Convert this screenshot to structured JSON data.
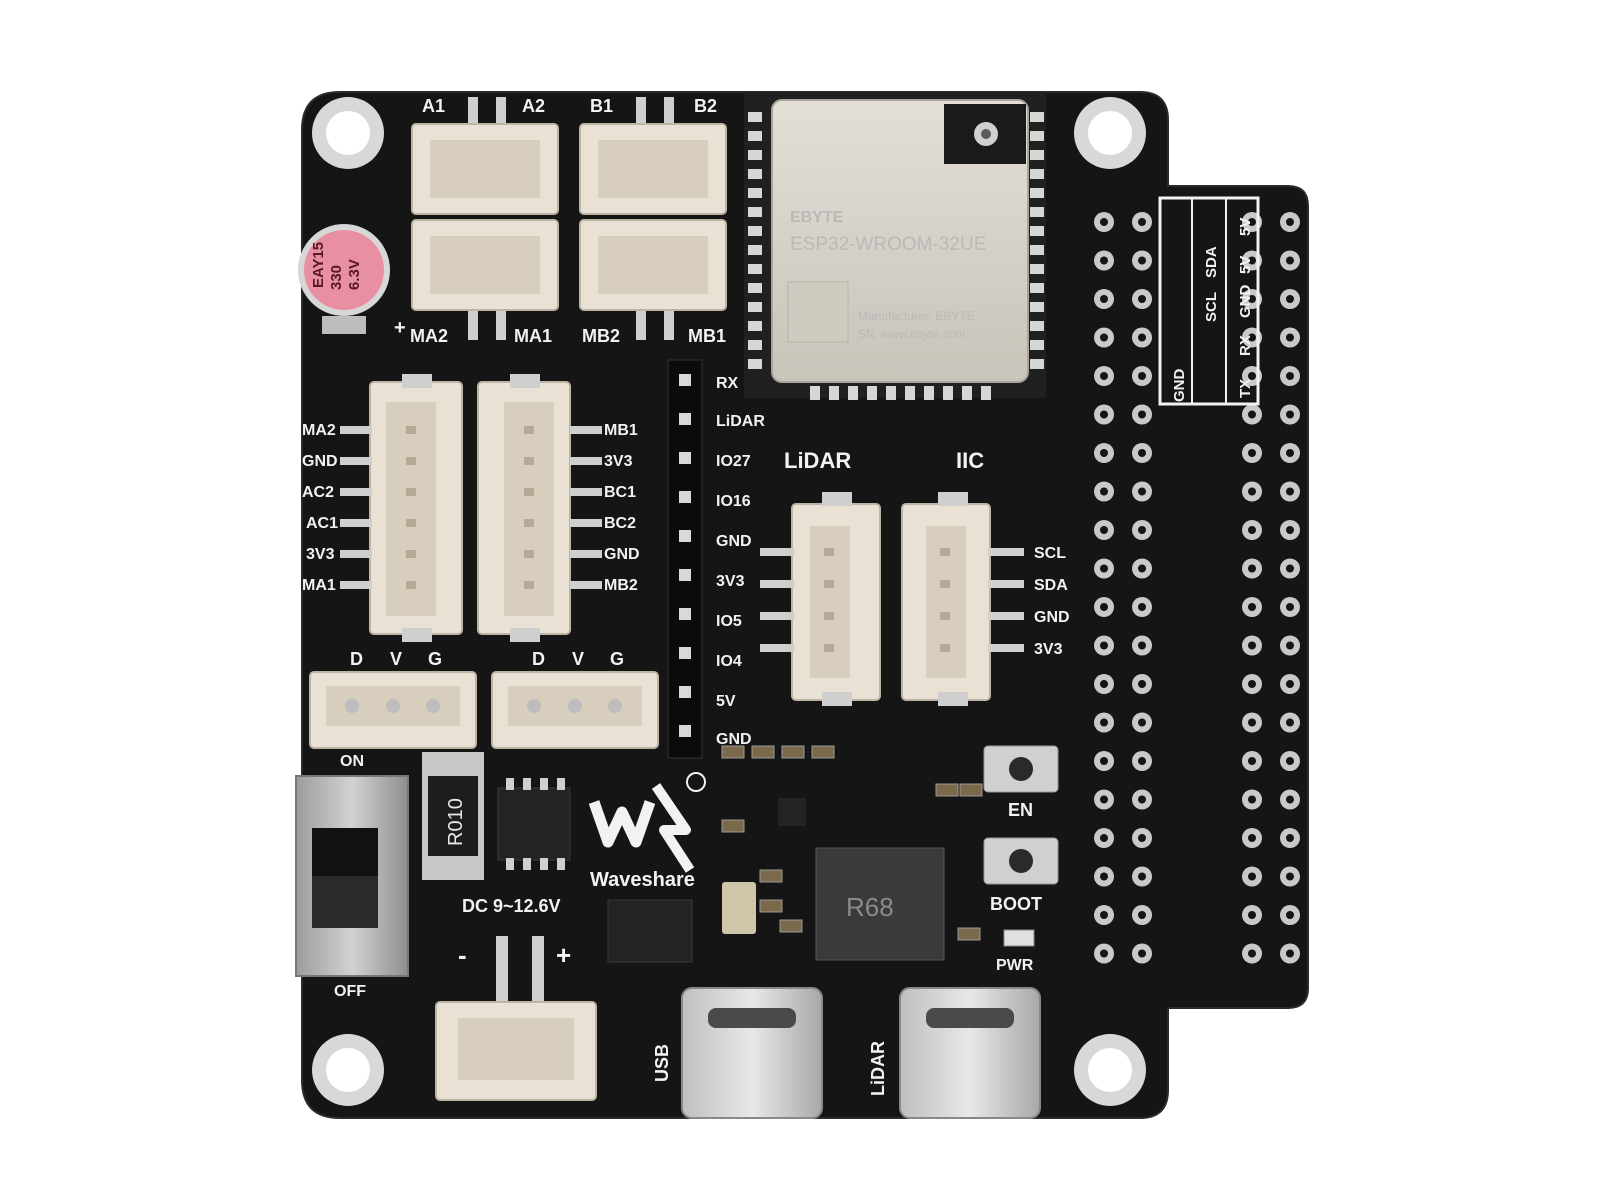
{
  "board": {
    "brand": "Waveshare",
    "esp_module": {
      "maker": "EBYTE",
      "model": "ESP32-WROOM-32UE",
      "manufacturer_line": "Manufacturer: EBYTE",
      "sn_line": "SN: www.ebyte.com"
    },
    "motor_connectors": {
      "top_labels": [
        "A1",
        "A2",
        "B1",
        "B2"
      ],
      "bottom_labels": [
        "MA2",
        "MA1",
        "MB2",
        "MB1"
      ]
    },
    "capacitor": {
      "line1": "EAY15",
      "line2": "330",
      "line3": "6.3V",
      "plus": "+"
    },
    "encoder_a_labels": [
      "MA2",
      "GND",
      "AC2",
      "AC1",
      "3V3",
      "MA1"
    ],
    "encoder_b_labels": [
      "MB1",
      "3V3",
      "BC1",
      "BC2",
      "GND",
      "MB2"
    ],
    "header_labels": [
      "RX",
      "LiDAR",
      "IO27",
      "IO16",
      "GND",
      "3V3",
      "IO5",
      "IO4",
      "5V",
      "GND"
    ],
    "lidar_title": "LiDAR",
    "iic_title": "IIC",
    "iic_labels": [
      "SCL",
      "SDA",
      "GND",
      "3V3"
    ],
    "servo_labels": [
      "D",
      "V",
      "G",
      "D",
      "V",
      "G"
    ],
    "switch": {
      "on": "ON",
      "off": "OFF"
    },
    "resistor_text": "R010",
    "inductor_text": "R68",
    "power_input": {
      "label": "DC 9~12.6V",
      "minus": "-",
      "plus": "+"
    },
    "buttons": {
      "en": "EN",
      "boot": "BOOT"
    },
    "pwr_led": "PWR",
    "usb_labels": [
      "USB",
      "LiDAR"
    ],
    "gpio_table": {
      "col1": [
        "GND"
      ],
      "col2": [
        "SCL",
        "SDA"
      ],
      "col3": [
        "TX",
        "RX",
        "GND",
        "5V",
        "5V"
      ]
    }
  }
}
